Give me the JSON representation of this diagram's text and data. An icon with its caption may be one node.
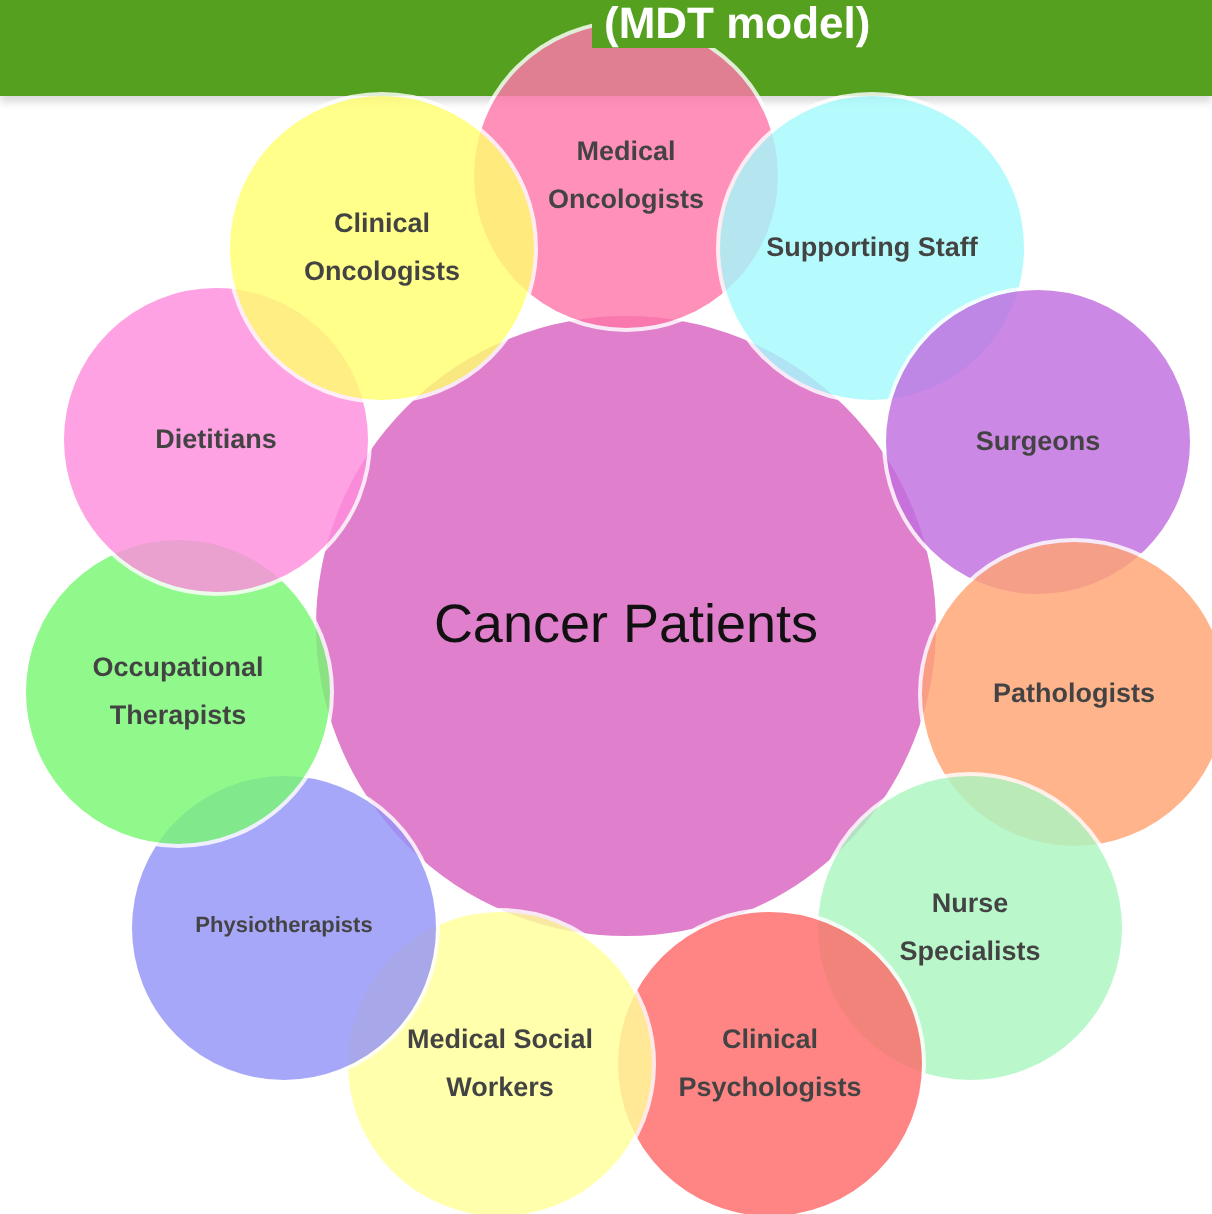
{
  "diagram": {
    "title": "(MDT model)",
    "nodes": [
      {
        "text": [
          "Cancer Patients"
        ]
      },
      {
        "text": [
          "Medical Oncologists"
        ]
      },
      {
        "text": [
          "Supporting Staff"
        ]
      },
      {
        "text": [
          "Surgeons"
        ]
      },
      {
        "text": [
          "Pathologists"
        ]
      },
      {
        "text": [
          "Nurse Specialists"
        ]
      },
      {
        "text": [
          "Clinical Psychologists"
        ]
      },
      {
        "text": [
          "Medical Social Workers"
        ]
      },
      {
        "text": [
          "Physiotherapists"
        ]
      },
      {
        "text": [
          "Occupational Therapists"
        ]
      },
      {
        "text": [
          "Dietitians"
        ]
      },
      {
        "text": [
          "Clinical Oncologists"
        ]
      }
    ]
  }
}
